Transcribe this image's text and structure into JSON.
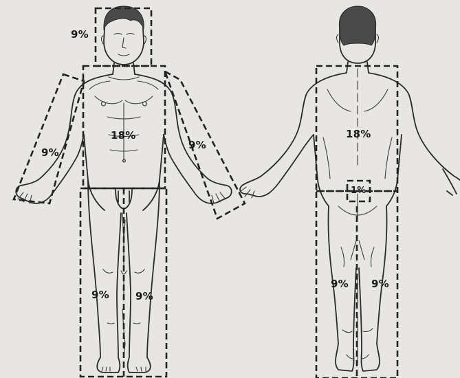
{
  "labels": {
    "front_head": "9%",
    "front_trunk": "18%",
    "front_right_arm": "9%",
    "front_left_arm": "9%",
    "front_right_leg": "9%",
    "front_left_leg": "9%",
    "back_trunk": "18%",
    "back_perineum": "1%",
    "back_left_leg": "9%",
    "back_right_leg": "9%"
  },
  "colors": {
    "paper": "#e8e6e3",
    "ink": "#222222"
  }
}
